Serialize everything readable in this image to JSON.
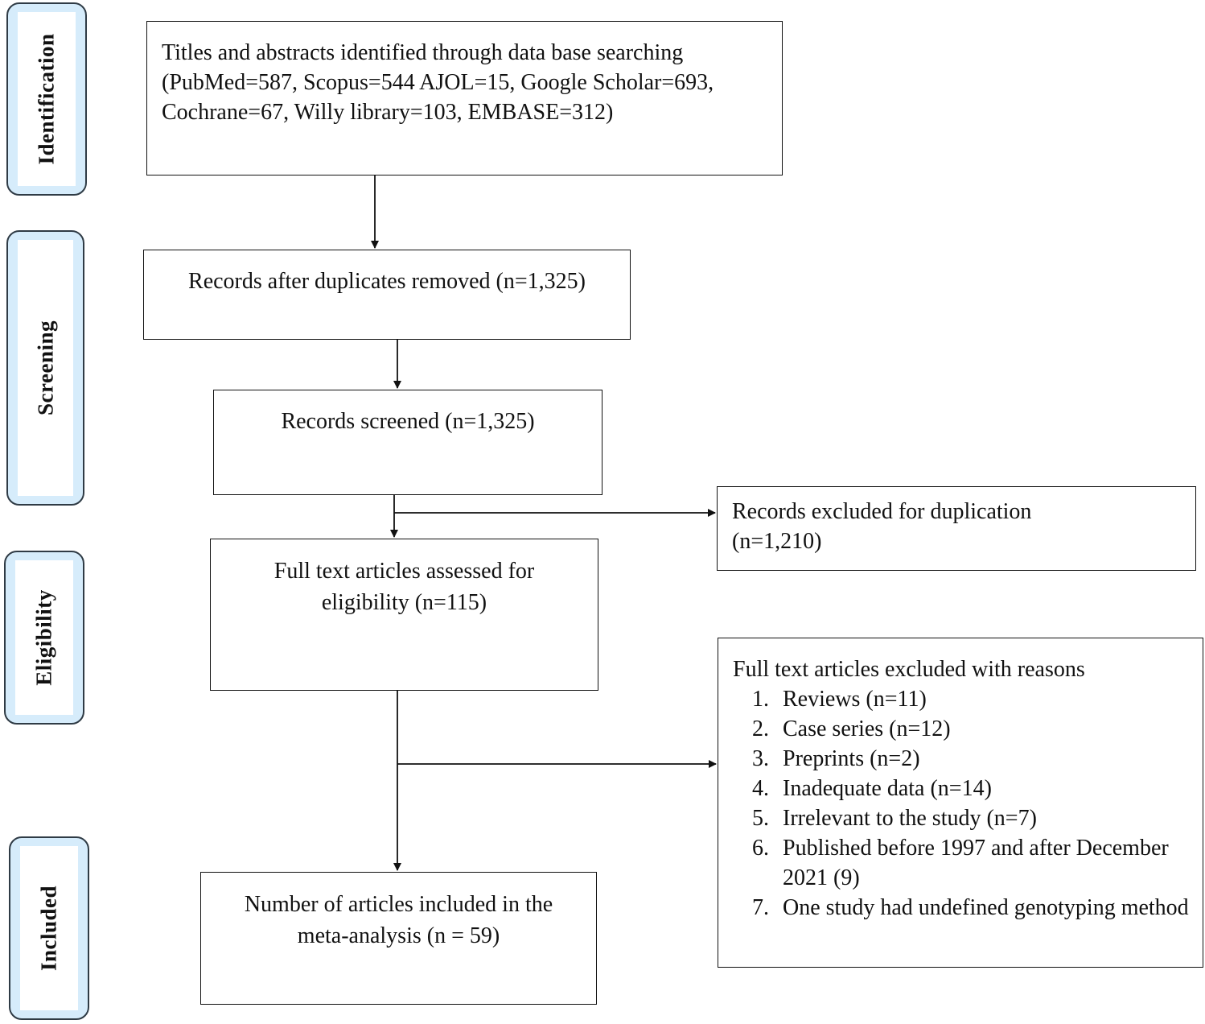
{
  "stages": {
    "identification": "Identification",
    "screening": "Screening",
    "eligibility": "Eligibility",
    "included": "Included"
  },
  "boxes": {
    "identified": "Titles and abstracts identified through data base searching (PubMed=587, Scopus=544 AJOL=15, Google Scholar=693, Cochrane=67, Willy library=103, EMBASE=312)",
    "duplicates_removed": "Records after duplicates removed (n=1,325)",
    "screened": "Records screened (n=1,325)",
    "excluded_duplication": "Records excluded for duplication (n=1,210)",
    "full_text_assessed": "Full text articles assessed for eligibility (n=115)",
    "excluded_title": "Full text articles excluded with reasons",
    "excluded_reasons": [
      "Reviews (n=11)",
      "Case series (n=12)",
      "Preprints (n=2)",
      "Inadequate data (n=14)",
      "Irrelevant to the study (n=7)",
      "Published before 1997 and after December 2021 (9)",
      "One study had undefined genotyping method"
    ],
    "included": "Number of articles included in the meta-analysis (n = 59)"
  }
}
